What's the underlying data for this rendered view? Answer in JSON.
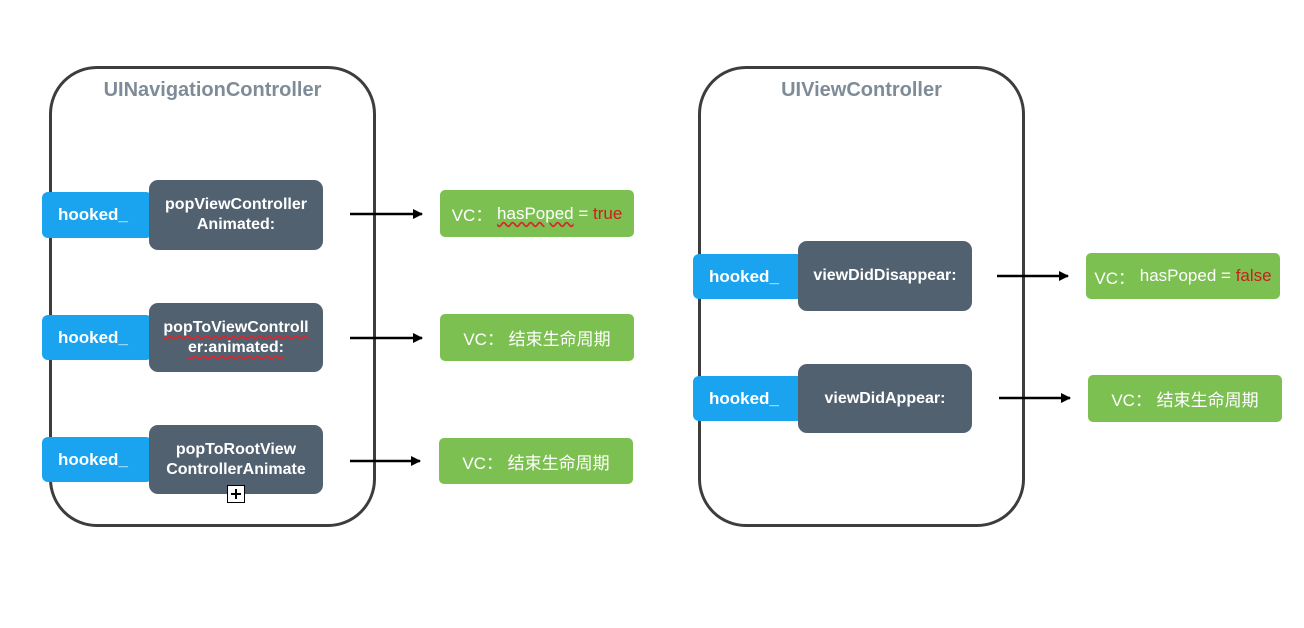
{
  "nav": {
    "title": "UINavigationController",
    "rows": [
      {
        "hook": "hooked_",
        "method_lines": [
          "popViewController",
          "Animated:"
        ],
        "result_prefix": "VC： ",
        "result_main": "hasPoped",
        "result_eq": " = ",
        "result_value": "true"
      },
      {
        "hook": "hooked_",
        "method_lines": [
          "popToViewControll",
          "er:animated:"
        ],
        "result": "VC： 结束生命周期"
      },
      {
        "hook": "hooked_",
        "method_lines": [
          "popToRootView",
          "ControllerAnimate"
        ],
        "result": "VC： 结束生命周期"
      }
    ]
  },
  "vc": {
    "title": "UIViewController",
    "rows": [
      {
        "hook": "hooked_",
        "method": "viewDidDisappear:",
        "result_prefix": "VC： ",
        "result_main": "hasPoped",
        "result_eq": " = ",
        "result_value": "false"
      },
      {
        "hook": "hooked_",
        "method": "viewDidAppear:",
        "result": "VC： 结束生命周期"
      }
    ]
  },
  "icons": [
    "expand-icon",
    "arrow-icon"
  ],
  "colors": {
    "hook": "#1aa3ee",
    "method": "#526170",
    "result": "#7cc052",
    "true_false": "#c8201c",
    "title": "#7f8c97",
    "border": "#3d3d3d"
  }
}
